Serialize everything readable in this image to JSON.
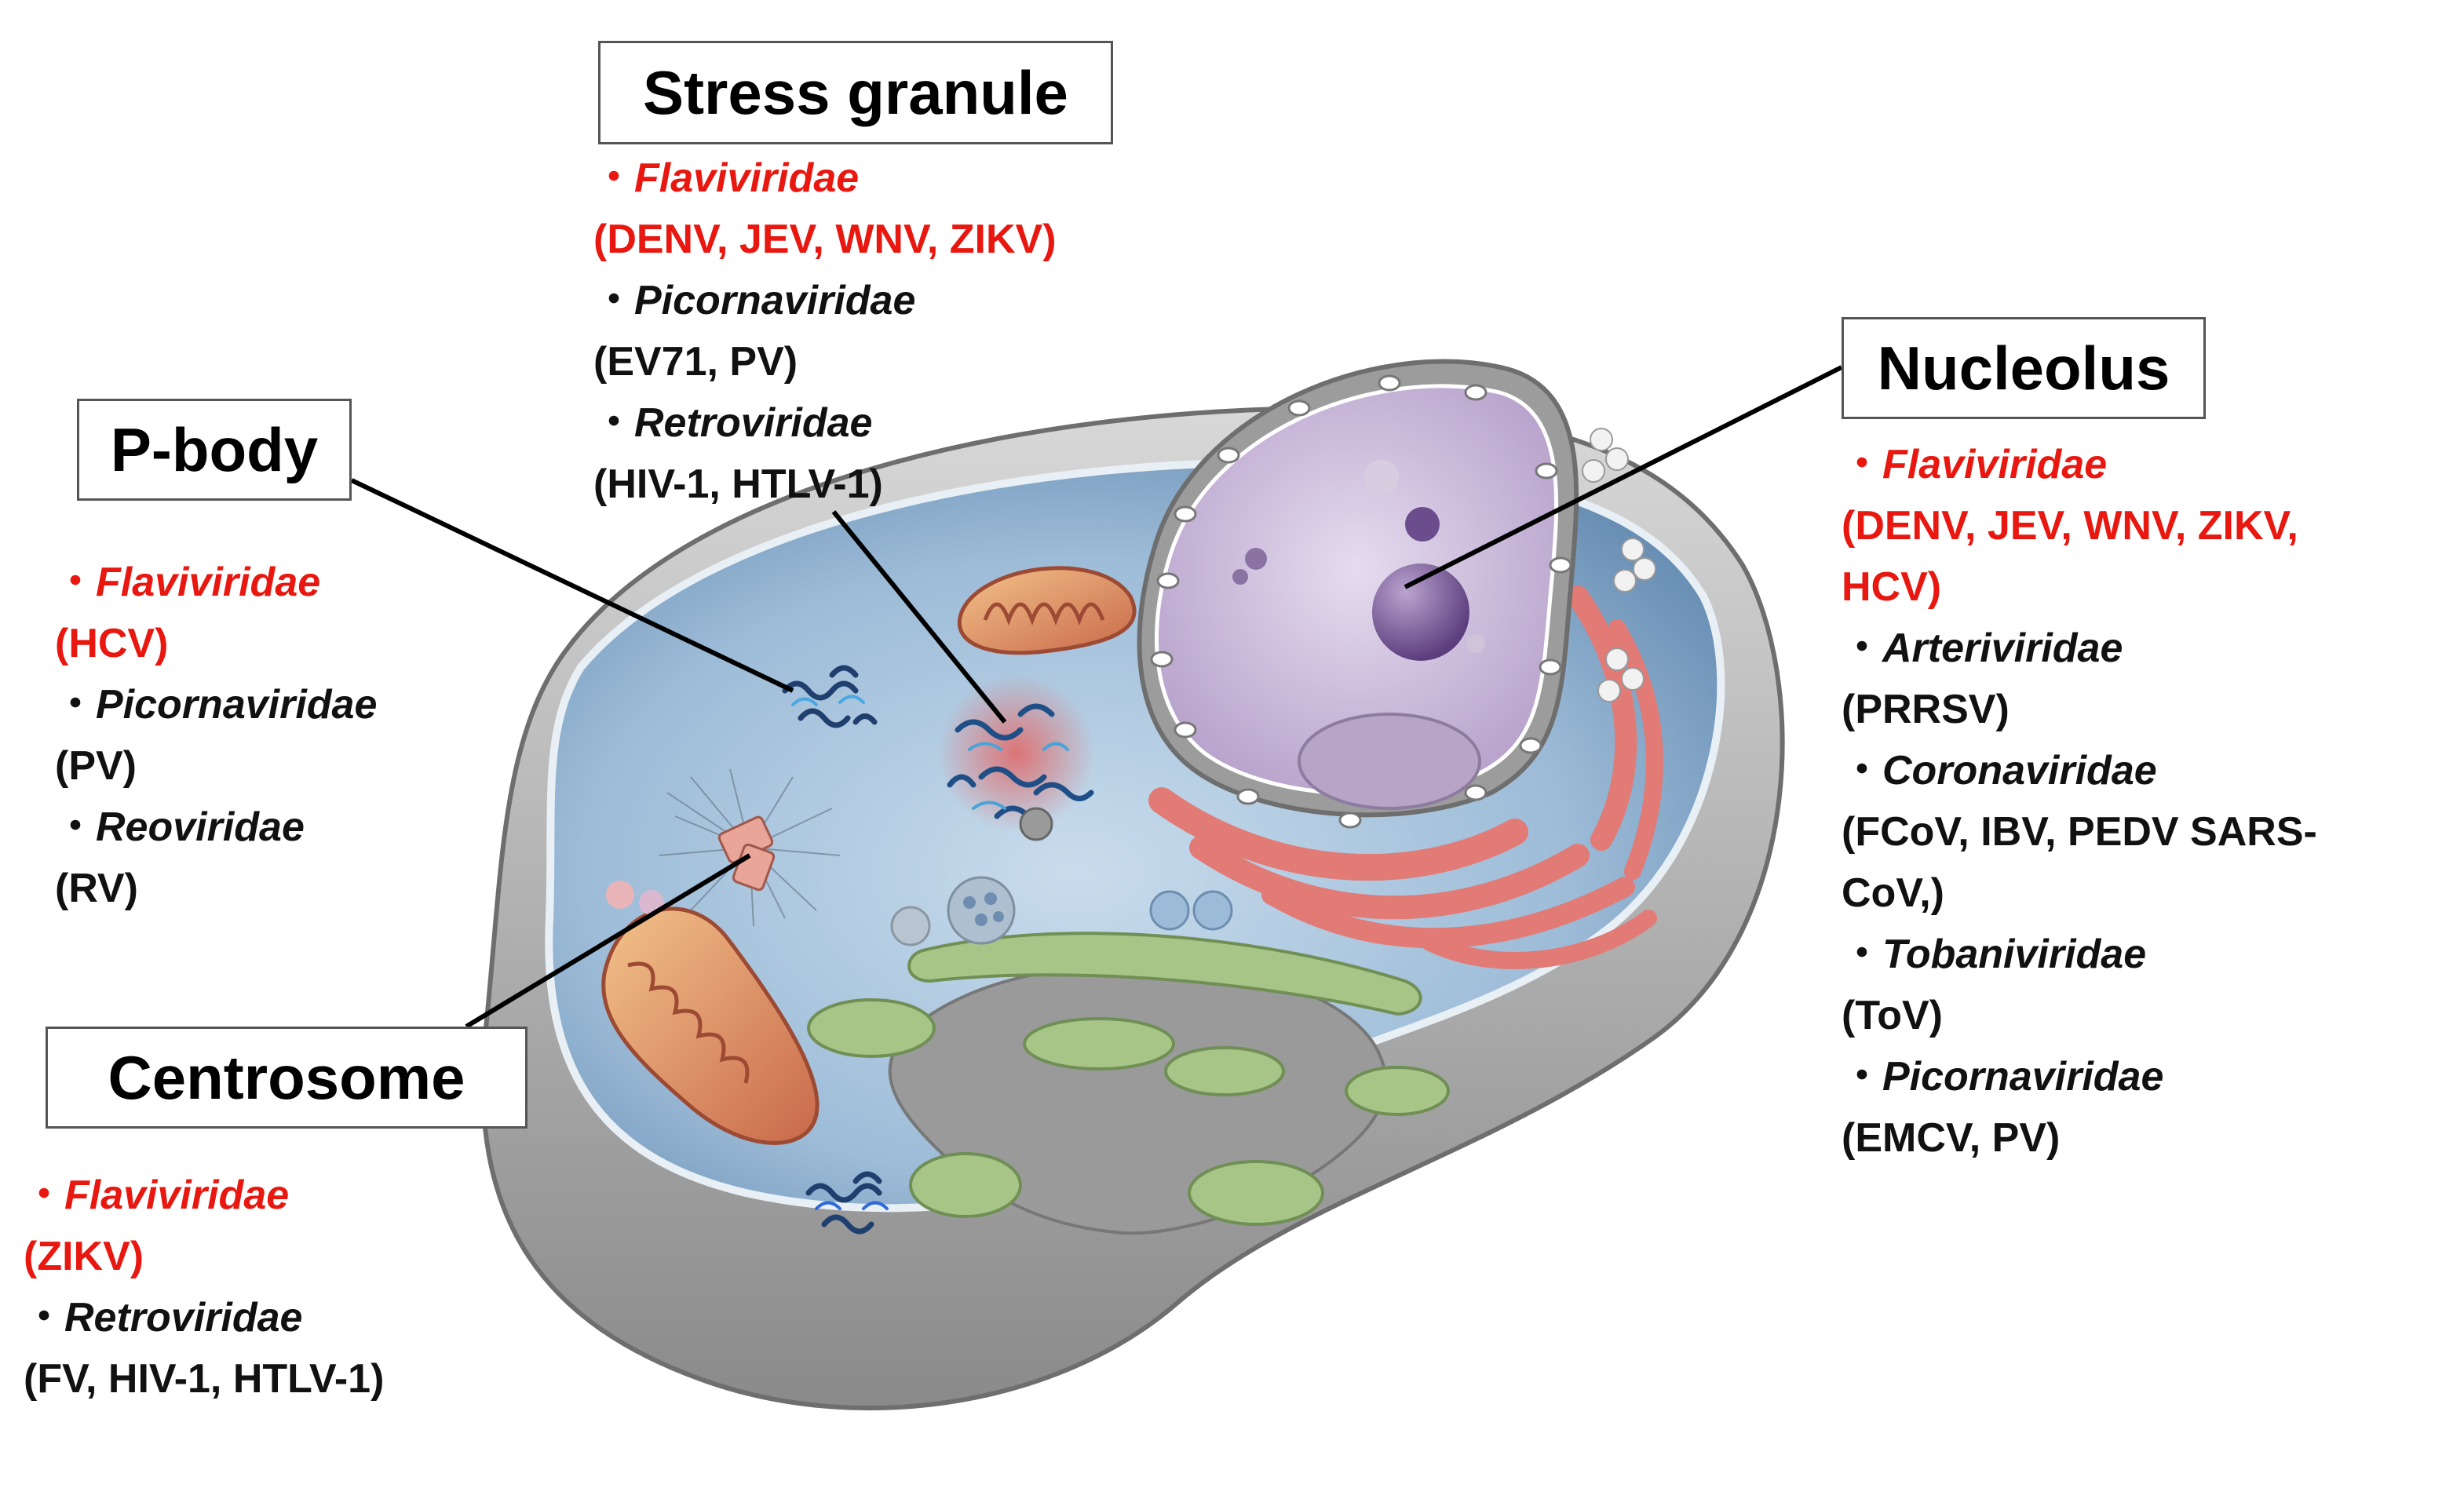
{
  "colors": {
    "highlight_red": "#e8170f",
    "text_black": "#111111",
    "cytoplasm_blue": "#7ea8cc",
    "nucleus_purple": "#c9b5d8",
    "mito_orange": "#e8a070",
    "golgi_green": "#9fbf7f",
    "er_red": "#e27a76"
  },
  "icons": {
    "bullet": "・"
  },
  "labels": {
    "stress_granule": "Stress granule",
    "p_body": "P-body",
    "nucleolus": "Nucleolus",
    "centrosome": "Centrosome"
  },
  "stress_granule": [
    {
      "family": "Flaviviridae",
      "viruses": "(DENV, JEV, WNV, ZIKV)",
      "highlight": true
    },
    {
      "family": "Picornaviridae",
      "viruses": "(EV71, PV)",
      "highlight": false
    },
    {
      "family": "Retroviridae",
      "viruses": "(HIV-1, HTLV-1)",
      "highlight": false
    }
  ],
  "p_body": [
    {
      "family": "Flaviviridae",
      "viruses": "(HCV)",
      "highlight": true
    },
    {
      "family": "Picornaviridae",
      "viruses": "(PV)",
      "highlight": false
    },
    {
      "family": "Reoviridae",
      "viruses": "(RV)",
      "highlight": false
    }
  ],
  "nucleolus": [
    {
      "family": "Flaviviridae",
      "viruses": [
        "(DENV, JEV, WNV, ZIKV,",
        "HCV)"
      ],
      "highlight": true
    },
    {
      "family": "Arteriviridae",
      "viruses": [
        "(PRRSV)"
      ],
      "highlight": false
    },
    {
      "family": "Coronaviridae",
      "viruses": [
        "(FCoV, IBV, PEDV SARS-",
        "CoV,)"
      ],
      "highlight": false
    },
    {
      "family": "Tobaniviridae",
      "viruses": [
        "(ToV)"
      ],
      "highlight": false
    },
    {
      "family": "Picornaviridae",
      "viruses": [
        "(EMCV, PV)"
      ],
      "highlight": false
    }
  ],
  "centrosome": [
    {
      "family": "Flaviviridae",
      "viruses": "(ZIKV)",
      "highlight": true
    },
    {
      "family": "Retroviridae",
      "viruses": "(FV, HIV-1, HTLV-1)",
      "highlight": false
    }
  ]
}
